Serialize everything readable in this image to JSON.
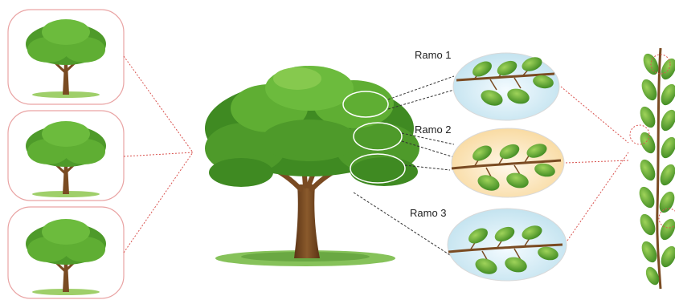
{
  "branch_labels": [
    "Ramo 1",
    "Ramo 2",
    "Ramo 3"
  ],
  "colors": {
    "card_border": "#e9a3a3",
    "connector": "#d9534f",
    "dash": "#333333",
    "foliage": "#4e9a2a",
    "trunk": "#7a4b22",
    "ellipse_blue": "#cfe8f2",
    "ellipse_orange": "#fde3b6"
  }
}
